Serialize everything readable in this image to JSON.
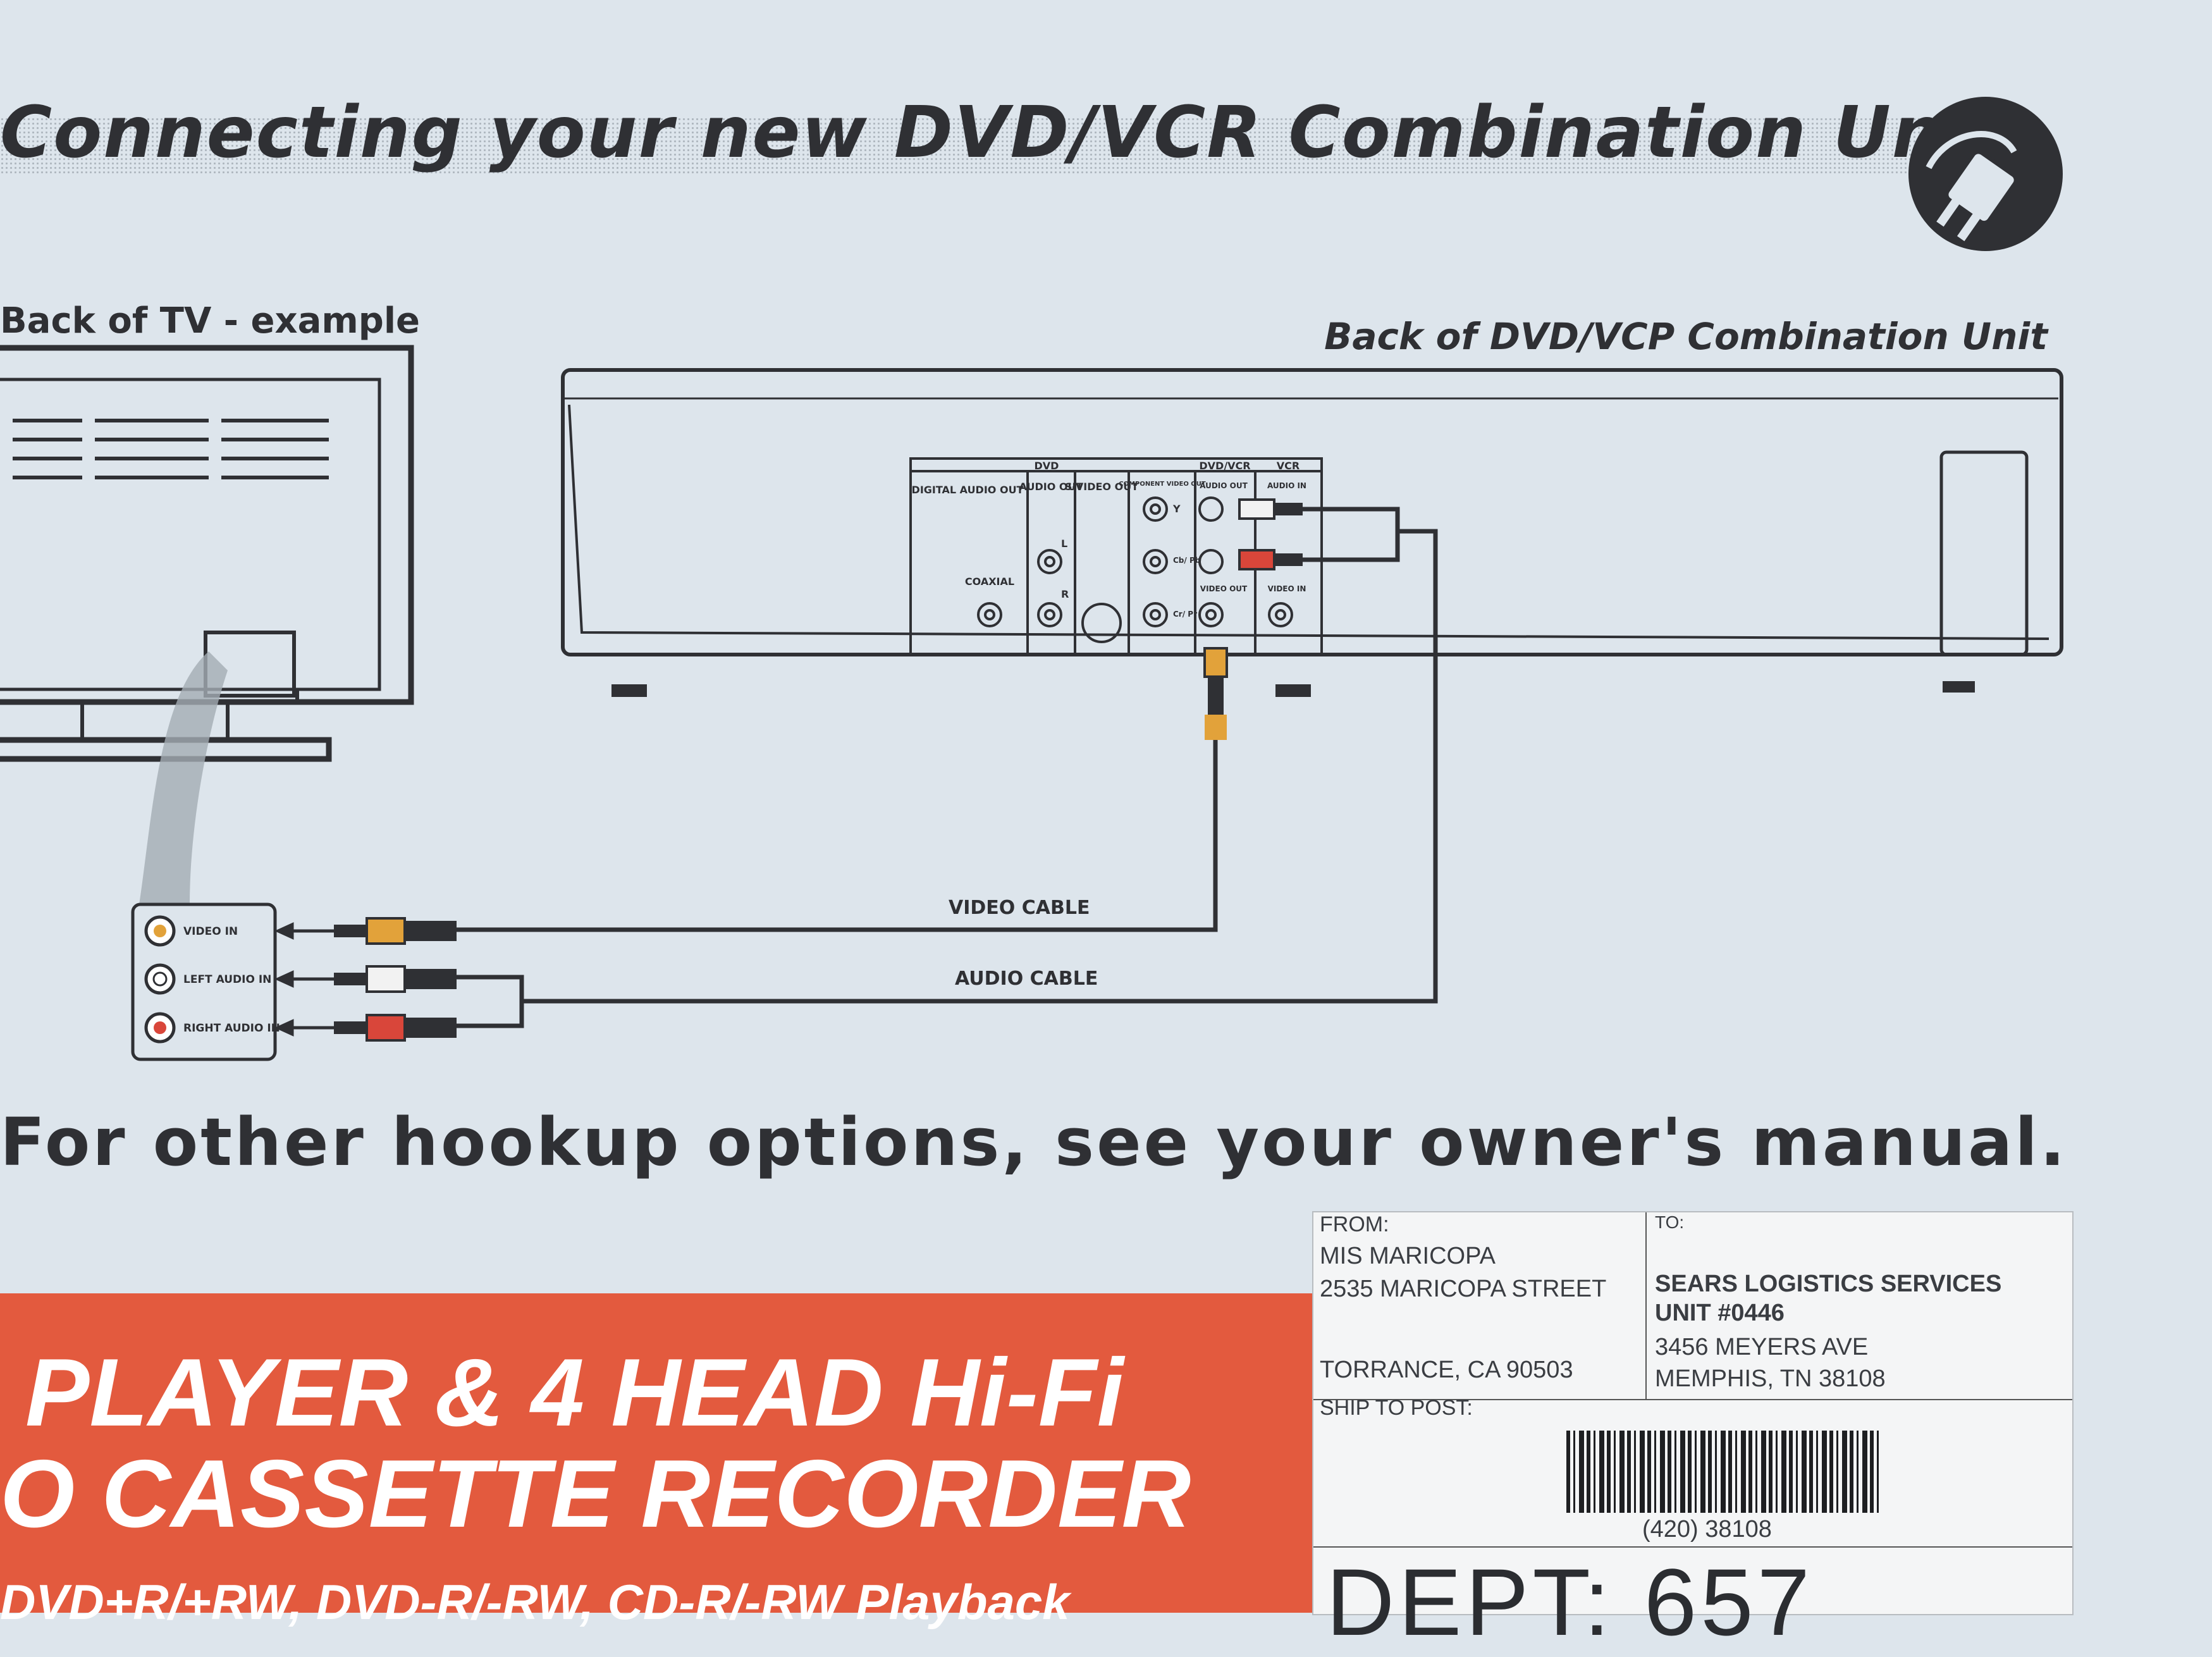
{
  "header": {
    "title": "Connecting your new DVD/VCR Combination Unit",
    "plug_icon": "power-plug-icon"
  },
  "diagram": {
    "tv_label": "Back of TV - example",
    "unit_label": "Back of DVD/VCP Combination Unit",
    "panel": {
      "dvd": "DVD",
      "digital_audio_out": "DIGITAL AUDIO OUT",
      "coaxial": "COAXIAL",
      "audio_out": "AUDIO OUT",
      "s_video_out": "S-VIDEO OUT",
      "component_video_out": "COMPONENT VIDEO OUT",
      "dvd_vcr": "DVD/VCR",
      "vcr": "VCR",
      "audio_out_small": "AUDIO OUT",
      "audio_in": "AUDIO IN",
      "video_out": "VIDEO OUT",
      "video_in": "VIDEO IN",
      "l": "L",
      "r": "R",
      "y": "Y",
      "cb_pb": "Cb/ Pb",
      "cr_pr": "Cr/ Pr"
    },
    "tv_jacks": {
      "video_in": "VIDEO IN",
      "left_audio_in": "LEFT AUDIO IN",
      "right_audio_in": "RIGHT AUDIO IN"
    },
    "video_cable": "VIDEO CABLE",
    "audio_cable": "AUDIO CABLE"
  },
  "footer_note": "For other hookup options, see your owner's manual.",
  "box_print": {
    "line1": "PLAYER & 4 HEAD Hi-Fi",
    "line2": "O CASSETTE RECORDER",
    "line3": "DVD+R/+RW, DVD-R/-RW, CD-R/-RW Playback"
  },
  "shipping_label": {
    "from_label": "FROM:",
    "from_name": "MIS MARICOPA",
    "from_street": "2535 MARICOPA STREET",
    "from_city": "TORRANCE, CA 90503",
    "to_label": "TO:",
    "to_name": "SEARS LOGISTICS SERVICES",
    "to_unit": "UNIT #0446",
    "to_street": "3456 MEYERS AVE",
    "to_city": "MEMPHIS, TN 38108",
    "ship_to_post": "SHIP TO POST:",
    "barcode_text": "(420) 38108",
    "dept": "DEPT: 657"
  },
  "colors": {
    "background": "#dde5ec",
    "ink": "#2f3034",
    "red_band": "#e35a3e",
    "rca_red": "#d9463a",
    "rca_yellow": "#e2a23a",
    "label_paper": "#f4f5f6"
  }
}
